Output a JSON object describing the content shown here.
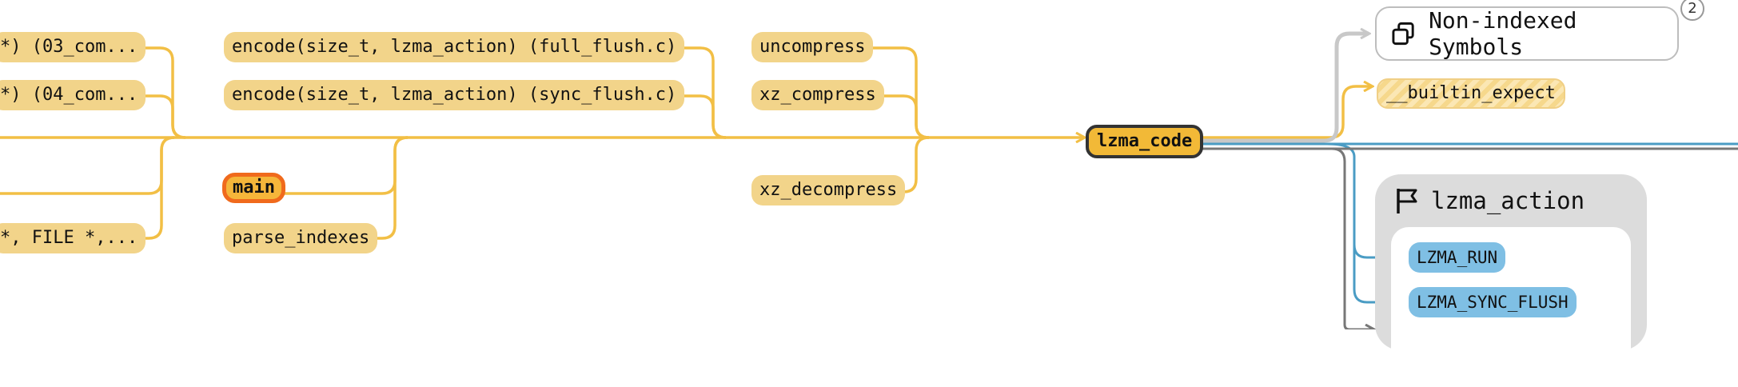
{
  "nodes": {
    "callers_left": {
      "com03": "*) (03_com...",
      "com04": "*) (04_com...",
      "file_fn": "*, FILE *,..."
    },
    "encode_full": "encode(size_t, lzma_action) (full_flush.c)",
    "encode_sync": "encode(size_t, lzma_action) (sync_flush.c)",
    "main": "main",
    "parse_indexes": "parse_indexes",
    "uncompress": "uncompress",
    "xz_compress": "xz_compress",
    "xz_decompress": "xz_decompress",
    "focus": "lzma_code",
    "builtin_expect": "__builtin_expect"
  },
  "nonindexed": {
    "label": "Non-indexed Symbols",
    "count": "2",
    "icon": "copy-icon"
  },
  "group": {
    "title": "lzma_action",
    "icon": "flag-icon",
    "items": [
      "LZMA_RUN",
      "LZMA_SYNC_FLUSH"
    ]
  },
  "colors": {
    "edge_caller": "#f2bf45",
    "edge_enum": "#4a9cc4",
    "edge_gray": "#c8c8c8",
    "edge_dark": "#777777",
    "node_fill": "#f2d48a",
    "focus_fill": "#f2b937",
    "main_border": "#f06a1c",
    "enum_fill": "#7fbfe4"
  }
}
